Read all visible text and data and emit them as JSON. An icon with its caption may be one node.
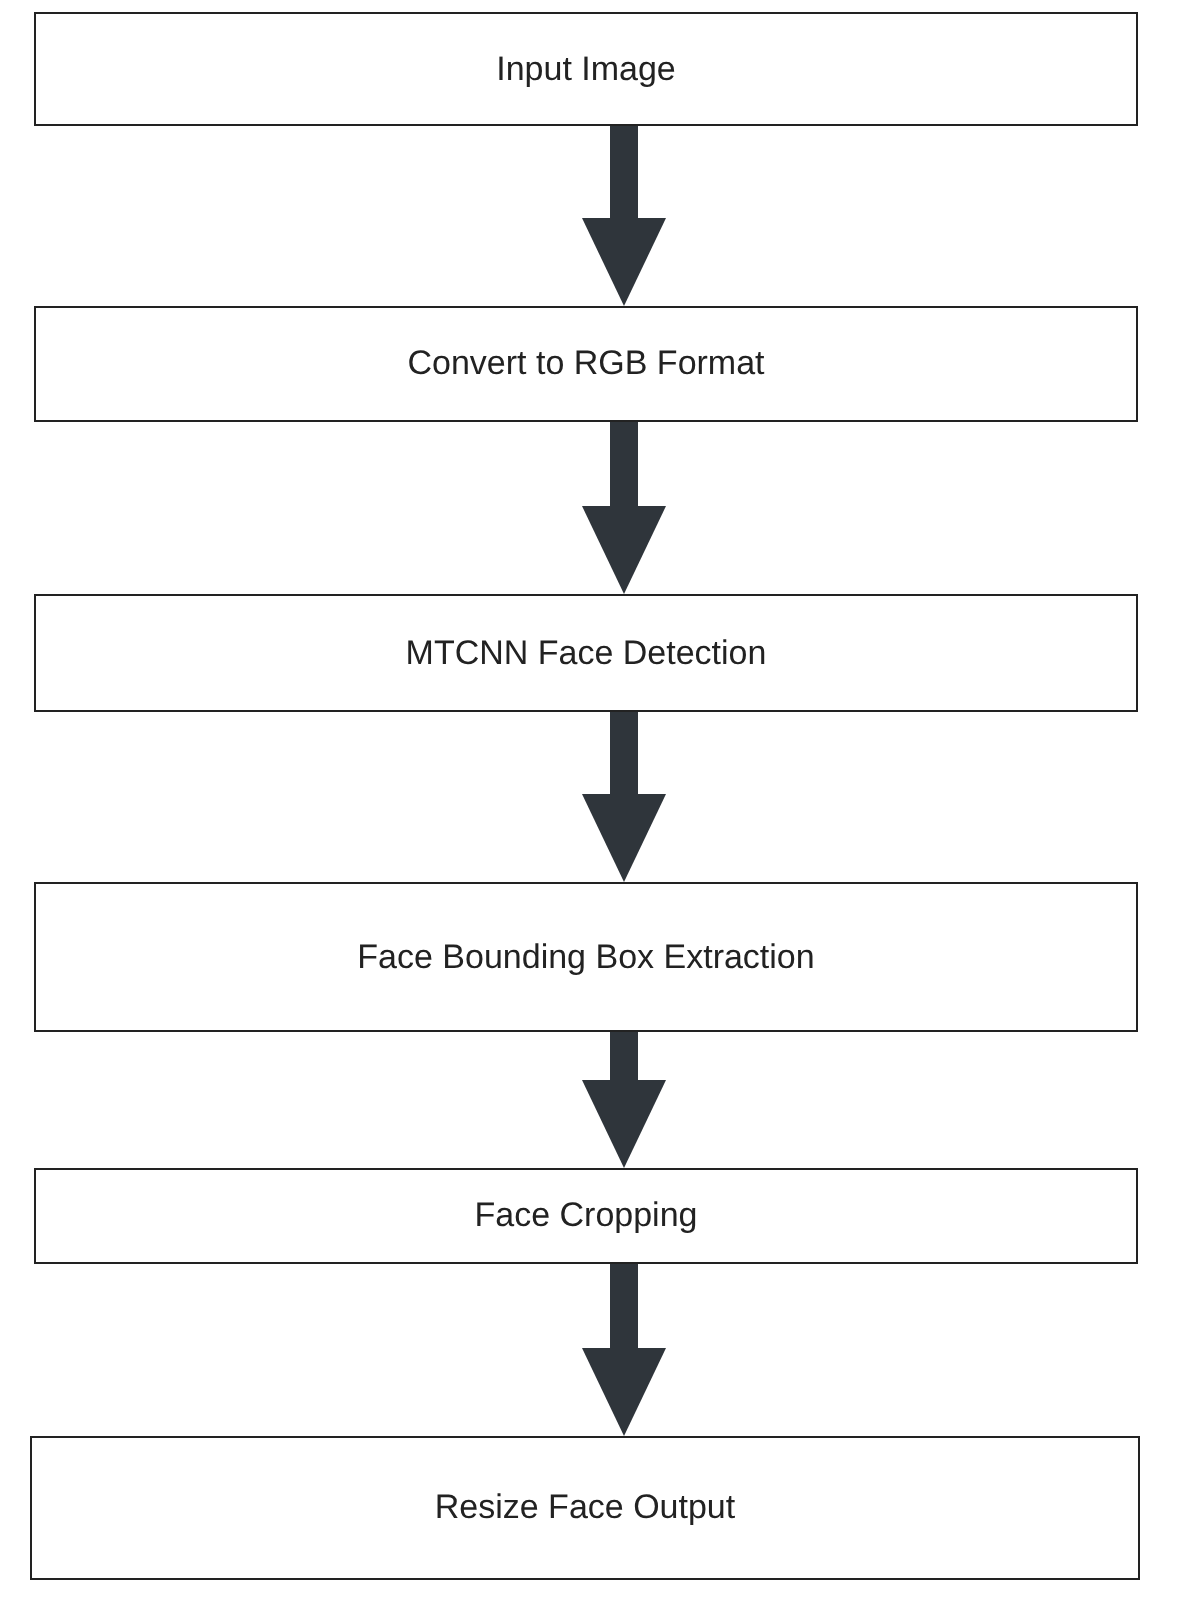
{
  "diagram": {
    "nodes": [
      {
        "text": [
          "Input Image"
        ]
      },
      {
        "text": [
          "Convert to RGB Format"
        ]
      },
      {
        "text": [
          "MTCNN Face Detection"
        ]
      },
      {
        "text": [
          "Face Bounding Box Extraction"
        ]
      },
      {
        "text": [
          "Face Cropping"
        ]
      },
      {
        "text": [
          "Resize Face Output"
        ]
      }
    ],
    "edges": [
      {
        "from": 0,
        "to": 1,
        "arrow": "to"
      },
      {
        "from": 1,
        "to": 2,
        "arrow": "to"
      },
      {
        "from": 2,
        "to": 3,
        "arrow": "to"
      },
      {
        "from": 3,
        "to": 4,
        "arrow": "to"
      },
      {
        "from": 4,
        "to": 5,
        "arrow": "to"
      }
    ]
  }
}
